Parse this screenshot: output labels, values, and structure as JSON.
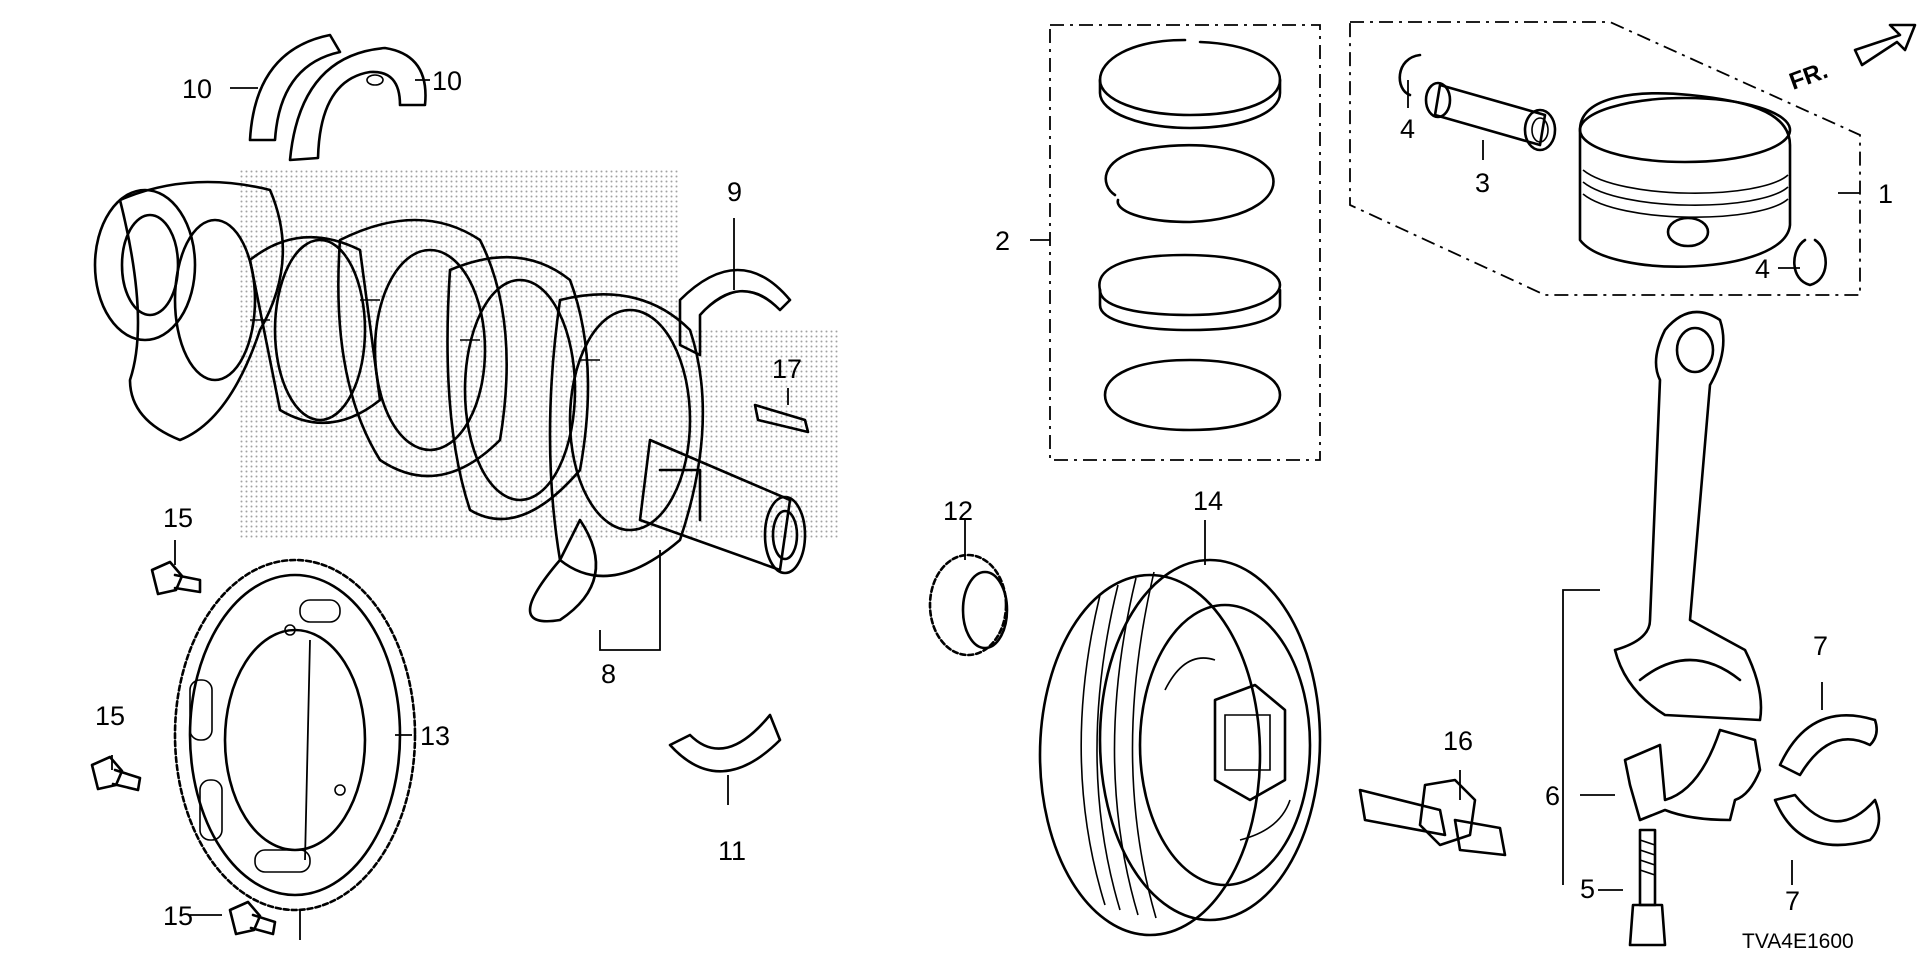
{
  "diagram": {
    "callouts": [
      "1",
      "2",
      "3",
      "4",
      "4",
      "5",
      "6",
      "7",
      "7",
      "8",
      "9",
      "10",
      "10",
      "11",
      "12",
      "13",
      "14",
      "15",
      "15",
      "15",
      "16",
      "17"
    ],
    "front_indicator": "FR.",
    "diagram_code": "TVA4E1600"
  }
}
